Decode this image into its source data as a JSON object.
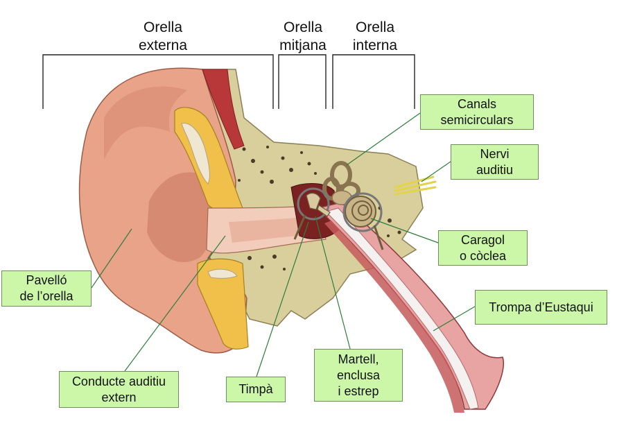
{
  "headings": {
    "external": [
      "Orella",
      "externa"
    ],
    "middle": [
      "Orella",
      "mitjana"
    ],
    "inner": [
      "Orella",
      "interna"
    ]
  },
  "labels": {
    "semicircular": [
      "Canals",
      "semicirculars"
    ],
    "nerve": [
      "Nervi",
      "auditiu"
    ],
    "cochlea": [
      "Caragol",
      "o còclea"
    ],
    "eustachian": [
      "Trompa d’Eustaqui"
    ],
    "pinna": [
      "Pavelló",
      "de l’orella"
    ],
    "canal": [
      "Conducte auditiu",
      "extern"
    ],
    "eardrum": [
      "Timpà"
    ],
    "ossicles": [
      "Martell,",
      "enclusa",
      "i estrep"
    ]
  },
  "colors": {
    "label_fill": "#ccf7a8",
    "label_border": "#6f8c5c",
    "skin": "#e8a389",
    "bone": "#d9cf9c",
    "cartilage": "#f0c04a",
    "muscle": "#b8383a",
    "leader": "#2e7d3a"
  }
}
